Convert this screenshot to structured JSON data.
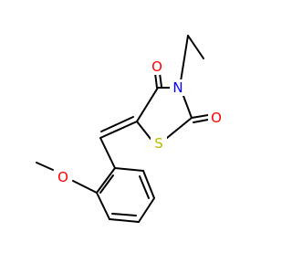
{
  "colors": {
    "bond": "#000000",
    "oxygen": "#ff0000",
    "nitrogen": "#0000ff",
    "sulfur": "#b8b800",
    "background": "#ffffff"
  },
  "atoms": {
    "o_top": "O",
    "n_ring": "N",
    "o_right": "O",
    "s_ring": "S",
    "o_methoxy": "O"
  }
}
